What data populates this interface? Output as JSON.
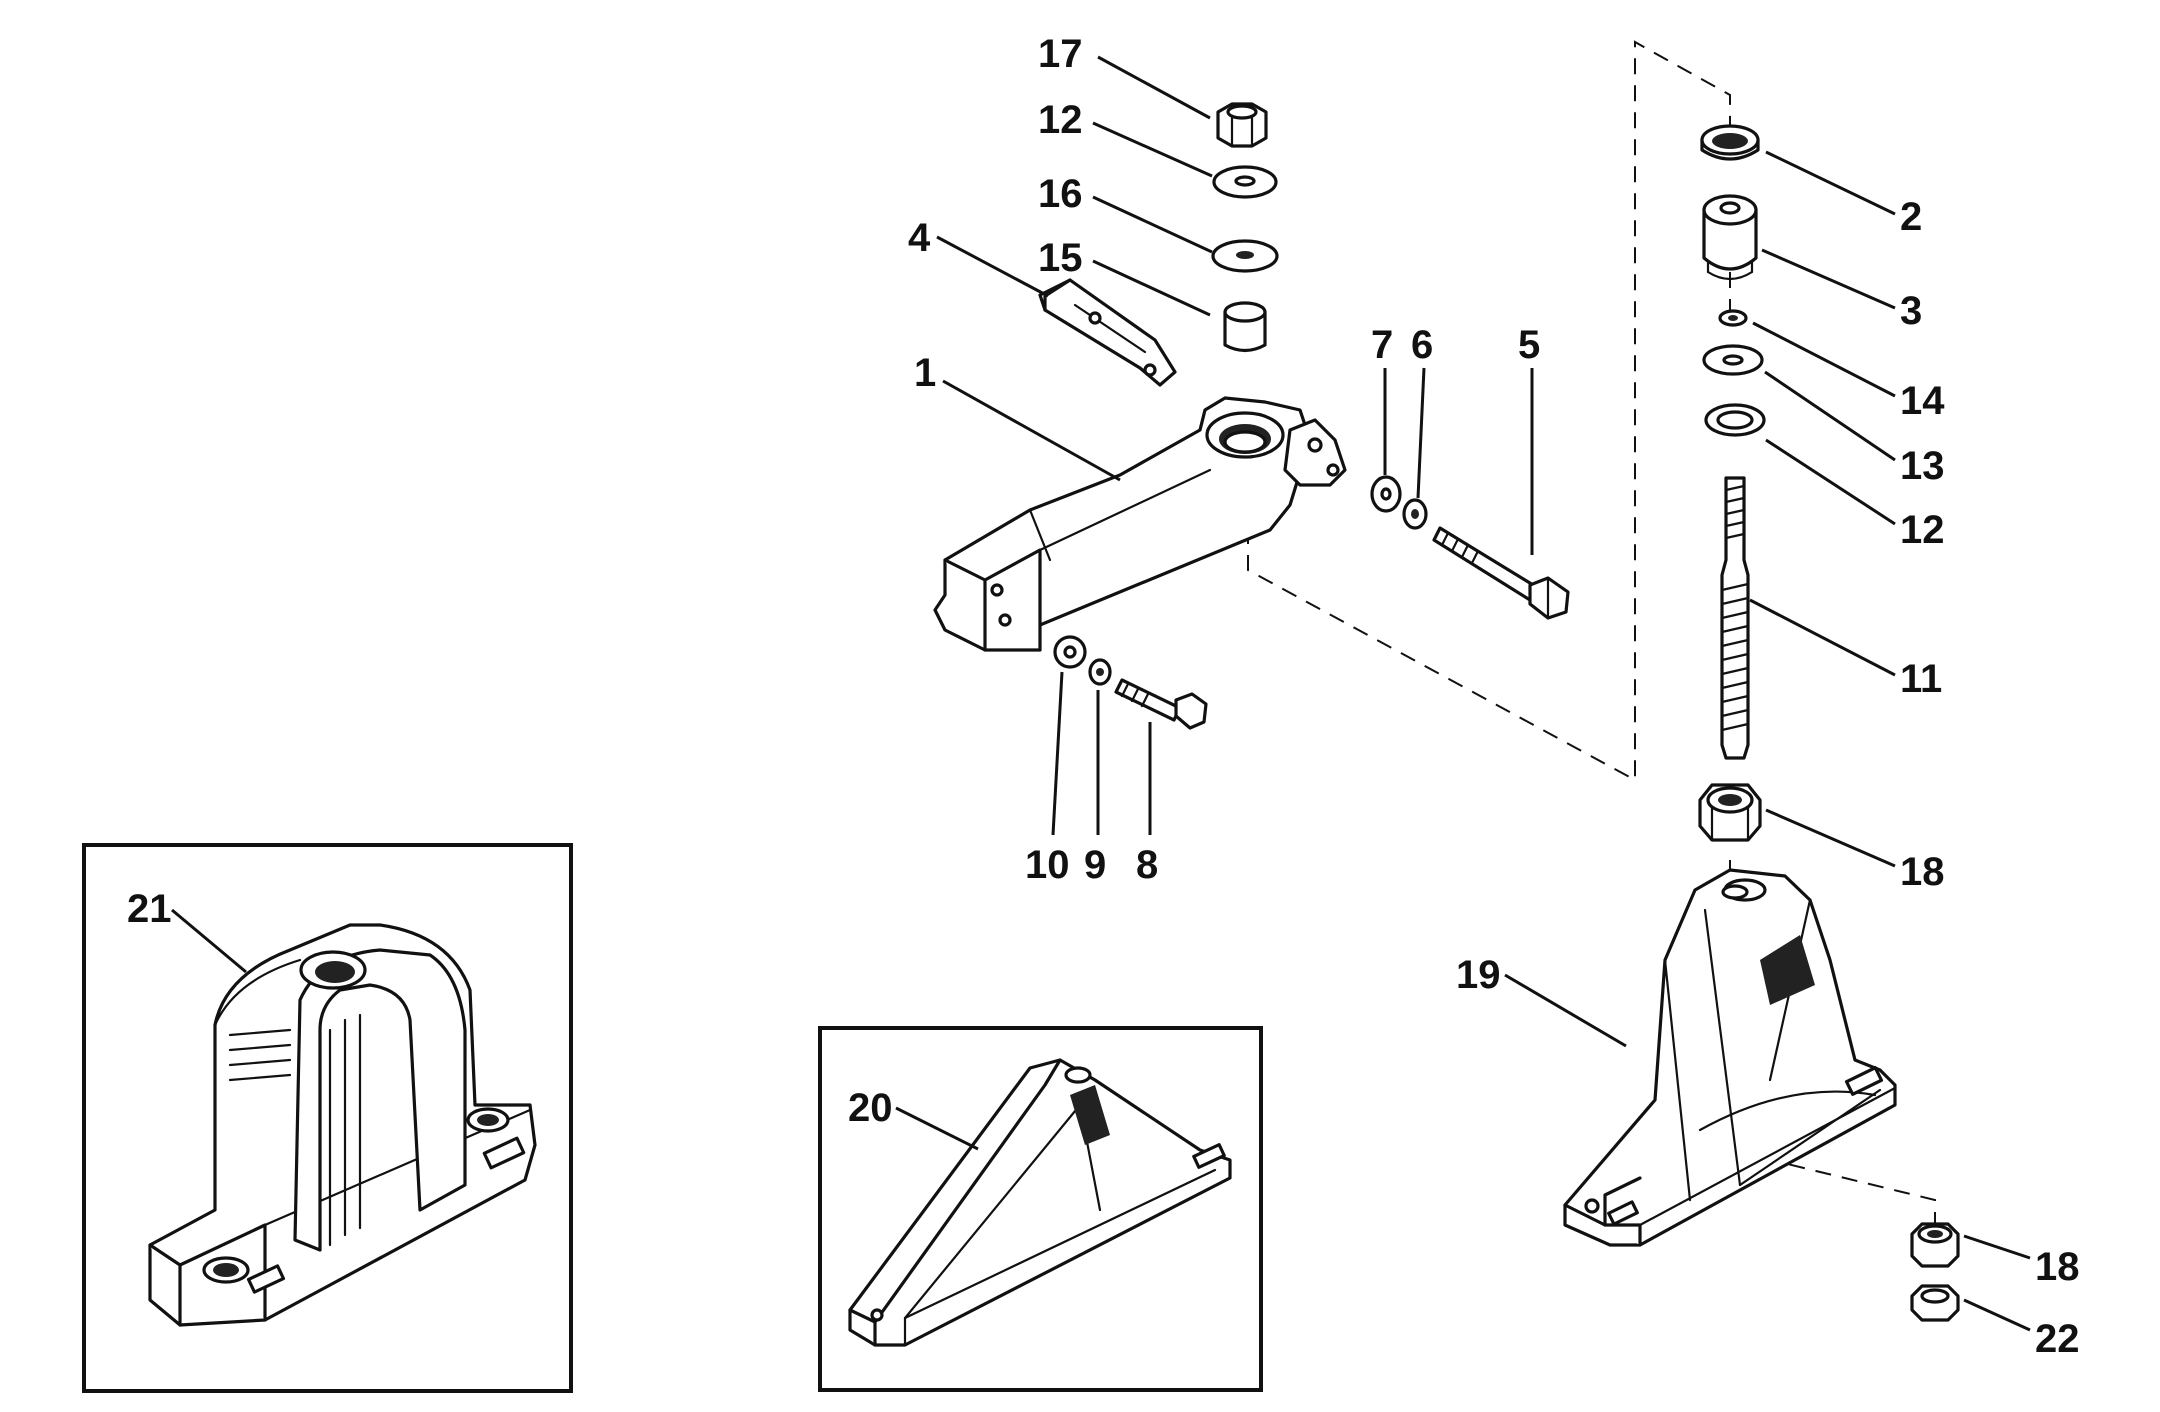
{
  "callouts": {
    "c1": "1",
    "c2": "2",
    "c3": "3",
    "c4": "4",
    "c5": "5",
    "c6": "6",
    "c7": "7",
    "c8": "8",
    "c9": "9",
    "c10": "10",
    "c11": "11",
    "c12a": "12",
    "c12b": "12",
    "c13": "13",
    "c14": "14",
    "c15": "15",
    "c16": "16",
    "c17": "17",
    "c18a": "18",
    "c18b": "18",
    "c19": "19",
    "c20": "20",
    "c21": "21",
    "c22": "22"
  }
}
